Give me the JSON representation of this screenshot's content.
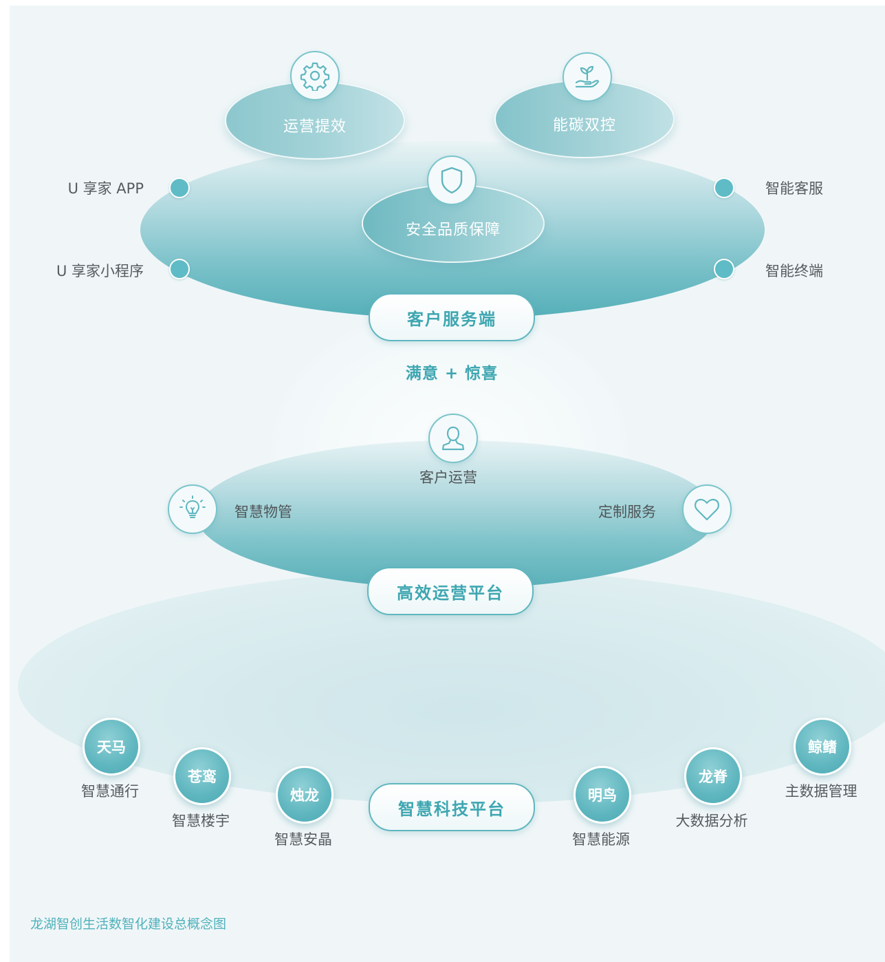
{
  "customer_layer": {
    "bubbles": {
      "ops_efficiency": "运营提效",
      "carbon_control": "能碳双控",
      "safety_quality": "安全品质保障"
    },
    "icons": {
      "ops_efficiency": "gear-icon",
      "carbon_control": "plant-in-hand-icon",
      "safety_quality": "shield-icon"
    },
    "left_items": [
      "U 享家 APP",
      "U 享家小程序"
    ],
    "right_items": [
      "智能客服",
      "智能终端"
    ],
    "platform_label": "客户服务端"
  },
  "slogan": "满意 + 惊喜",
  "operations_layer": {
    "center_label": "客户运营",
    "left_label": "智慧物管",
    "right_label": "定制服务",
    "icons": {
      "center": "person-icon",
      "left": "lightbulb-icon",
      "right": "heart-icon"
    },
    "platform_label": "高效运营平台"
  },
  "tech_layer": {
    "platform_label": "智慧科技平台",
    "nodes": [
      {
        "name": "天马",
        "desc": "智慧通行"
      },
      {
        "name": "苍鸾",
        "desc": "智慧楼宇"
      },
      {
        "name": "烛龙",
        "desc": "智慧安晶"
      },
      {
        "name": "明鸟",
        "desc": "智慧能源"
      },
      {
        "name": "龙脊",
        "desc": "大数据分析"
      },
      {
        "name": "鲸鳍",
        "desc": "主数据管理"
      }
    ]
  },
  "caption": "龙湖智创生活数智化建设总概念图",
  "colors": {
    "accent": "#5fb6bf",
    "accent_dark": "#3ea6b1",
    "background": "#f0f6f8",
    "text": "#555b5e"
  }
}
